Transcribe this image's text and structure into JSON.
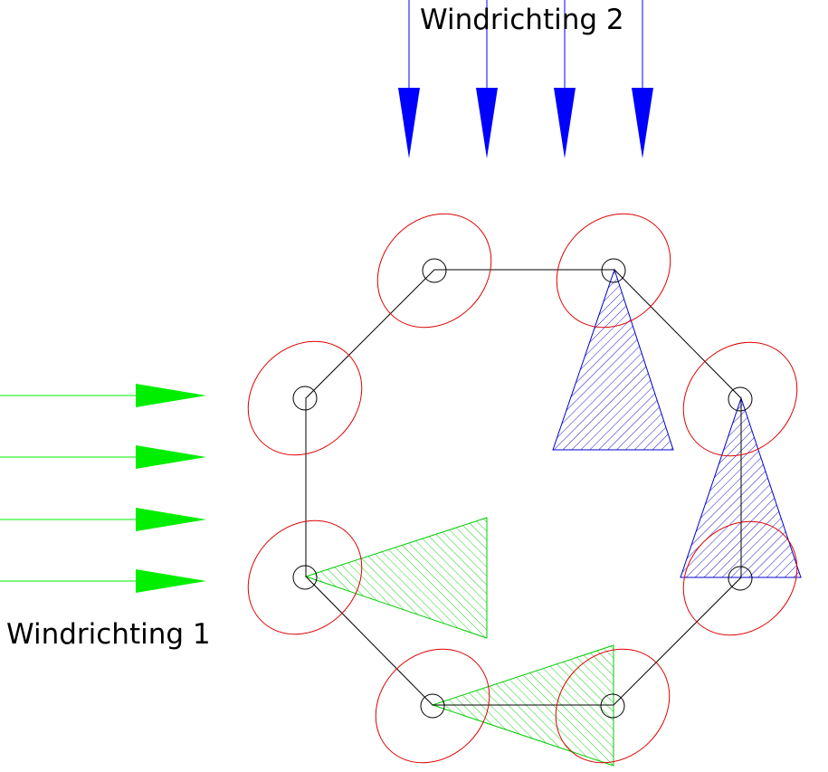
{
  "labels": {
    "wind_direction_2": "Windrichting 2",
    "wind_direction_1": "Windrichting 1"
  },
  "colors": {
    "wind_2_arrows": "#0000ff",
    "wind_1_arrows": "#00ee00",
    "wake_zone_2": "#0000cc",
    "wake_zone_1": "#00cc00",
    "rotor_ellipse": "#dd0000",
    "turbine_outline": "#000000"
  },
  "turbines": {
    "count": 8,
    "wind_2_arrow_count": 4,
    "wind_1_arrow_count": 4
  }
}
